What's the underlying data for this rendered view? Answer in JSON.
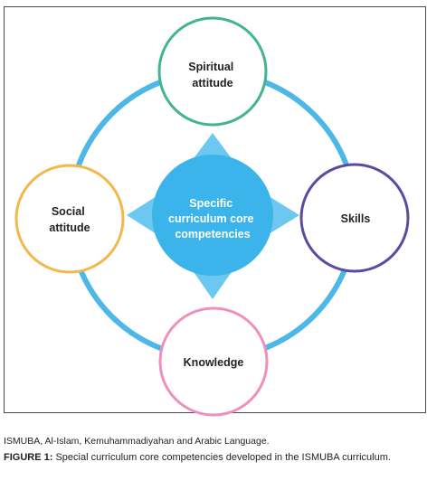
{
  "diagram": {
    "center": {
      "lines": [
        "Specific",
        "curriculum core",
        "competencies"
      ]
    },
    "nodes": {
      "top": {
        "lines": [
          "Spiritual",
          "attitude"
        ],
        "color": "#43b58a"
      },
      "right": {
        "lines": [
          "Skills"
        ],
        "color": "#5d4aa0"
      },
      "bottom": {
        "lines": [
          "Knowledge"
        ],
        "color": "#ee8fbd"
      },
      "left": {
        "lines": [
          "Social",
          "attitude"
        ],
        "color": "#f2b84b"
      }
    },
    "colors": {
      "ring": "#4db8e8",
      "center": "#3ab4ea",
      "arrows": "#6cc8f0"
    }
  },
  "source_note": "ISMUBA, Al-Islam, Kemuhammadiyahan and Arabic Language.",
  "caption": {
    "label": "FIGURE 1:",
    "text": " Special curriculum core competencies developed in the ISMUBA curriculum."
  }
}
